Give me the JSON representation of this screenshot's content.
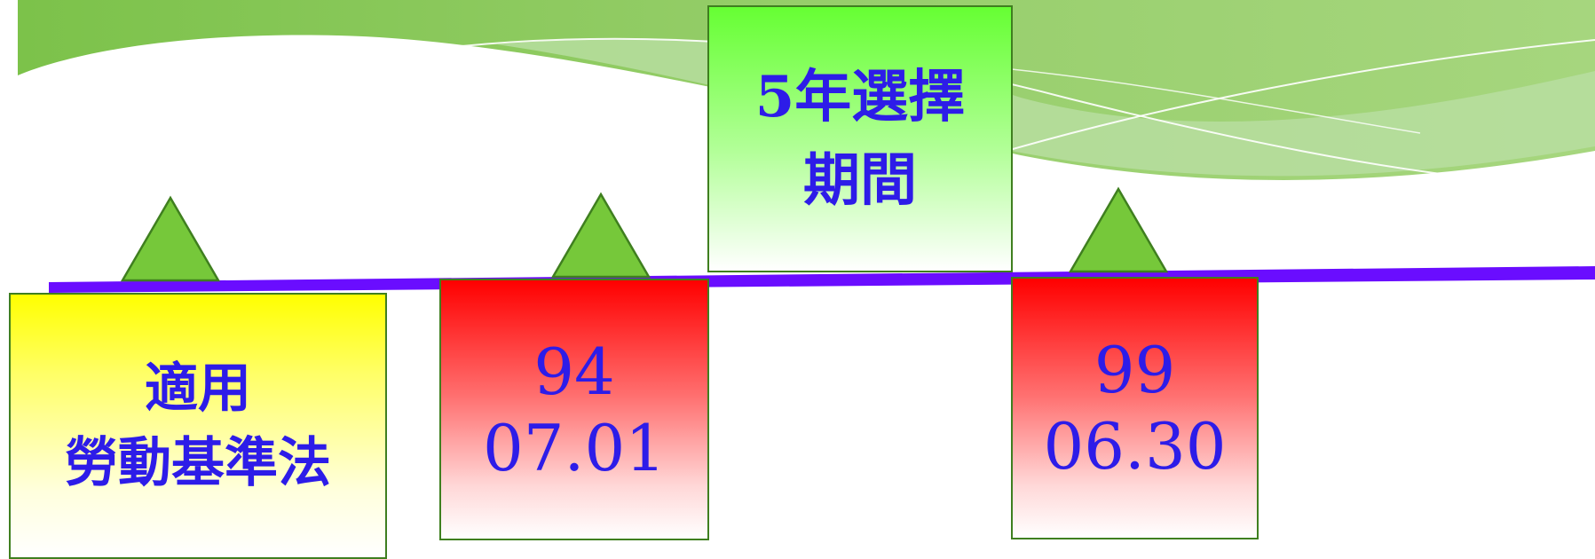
{
  "colors": {
    "timeline": "#6a0dff",
    "marker_fill": "#76c83a",
    "marker_stroke": "#3f7f1f",
    "text": "#2d1ce8",
    "period_box": "#66ff33",
    "law_box": "#ffff00",
    "date_box": "#ff0000"
  },
  "period_box": {
    "line1": "5年選擇",
    "line2": "期間"
  },
  "law_box": {
    "line1": "適用",
    "line2": "勞動基準法"
  },
  "start_box": {
    "line1": "94",
    "line2": "07.01"
  },
  "end_box": {
    "line1": "99",
    "line2": "06.30"
  }
}
